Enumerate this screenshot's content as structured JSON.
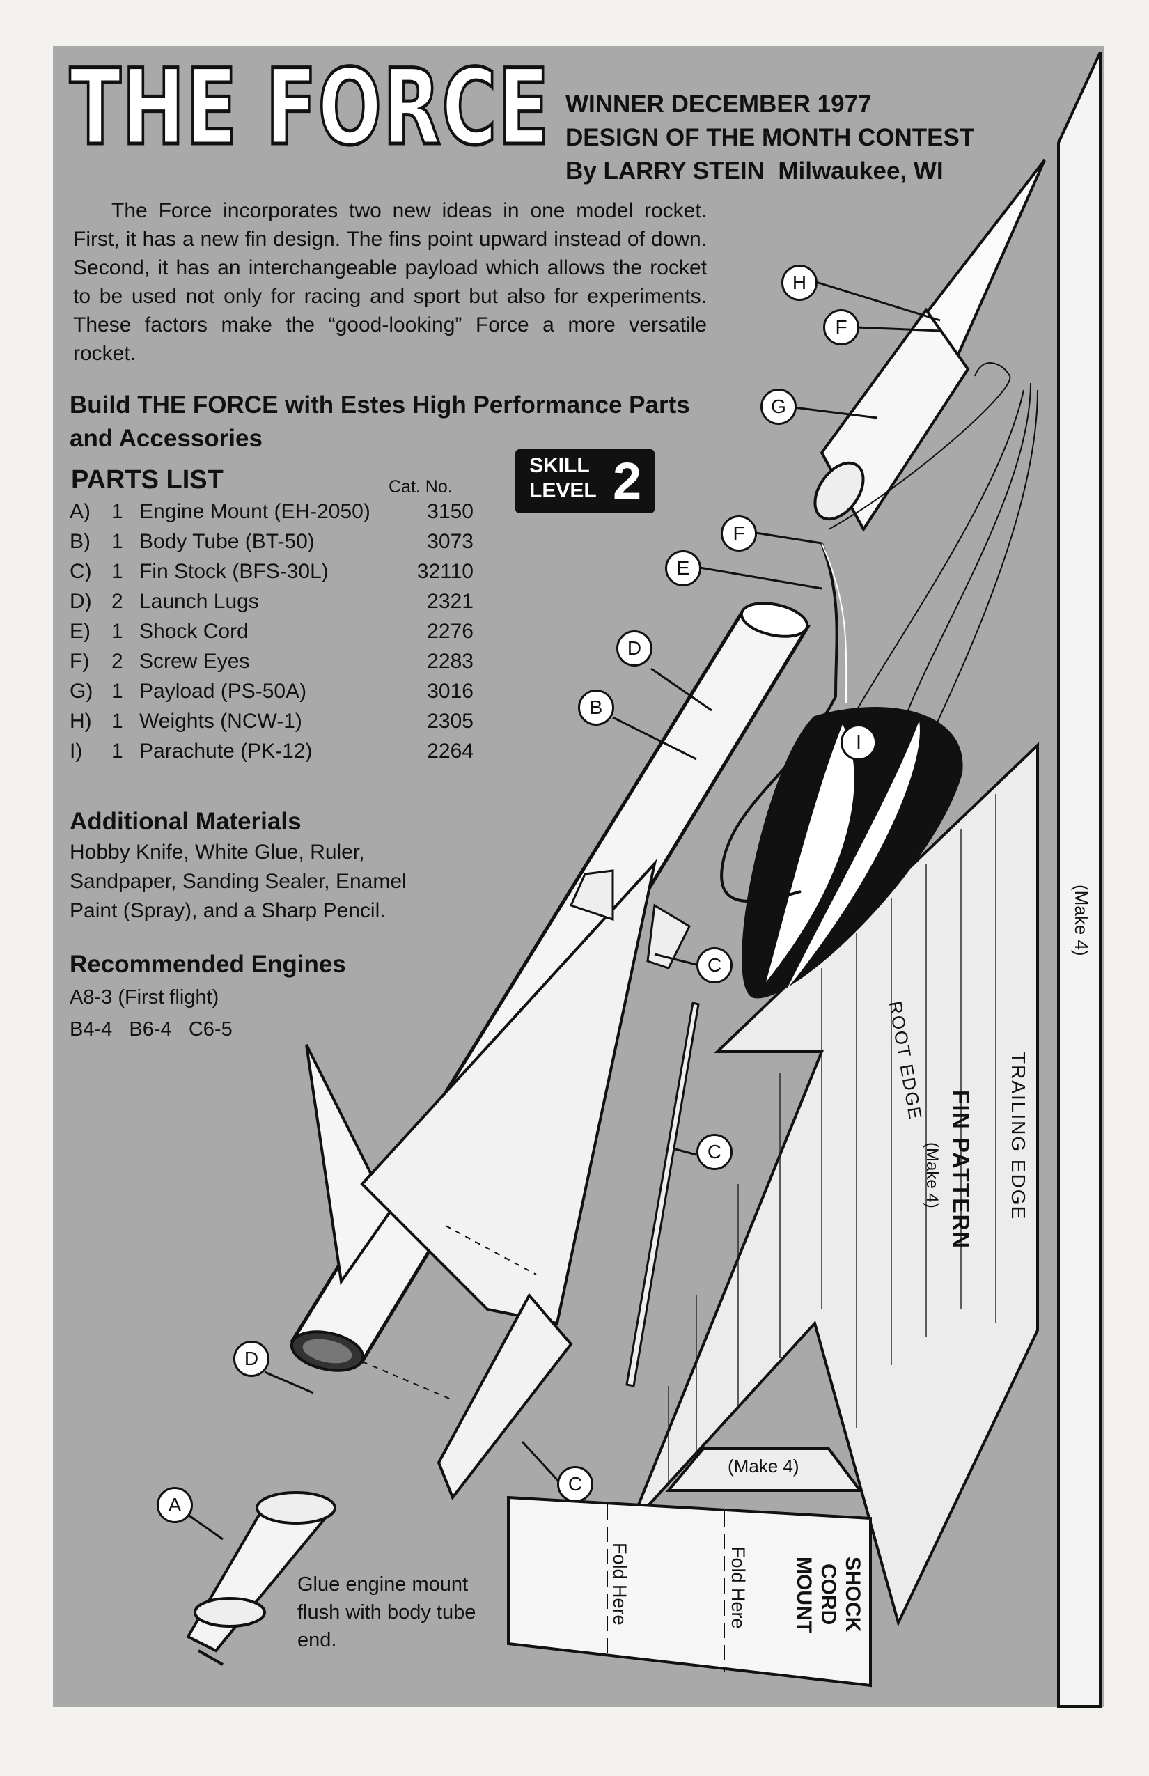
{
  "title": "THE FORCE",
  "header": {
    "line1": "WINNER DECEMBER 1977",
    "line2": "DESIGN OF THE MONTH CONTEST",
    "byline": "By LARRY STEIN",
    "location": "Milwaukee, WI"
  },
  "intro": "The Force incorporates two new ideas in one model rocket. First, it has a new fin design. The fins point upward instead of down. Second, it has an interchangeable payload which allows the rocket to be used not only for racing and sport but also for experiments. These factors make the “good-looking” Force a more versatile rocket.",
  "build_heading": "Build THE FORCE with Estes High Performance Parts and Accessories",
  "parts": {
    "title": "PARTS LIST",
    "cat_header": "Cat. No.",
    "items": [
      {
        "letter": "A)",
        "qty": "1",
        "name": "Engine Mount (EH-2050)",
        "cat": "3150"
      },
      {
        "letter": "B)",
        "qty": "1",
        "name": "Body Tube (BT-50)",
        "cat": "3073"
      },
      {
        "letter": "C)",
        "qty": "1",
        "name": "Fin Stock (BFS-30L)",
        "cat": "32110"
      },
      {
        "letter": "D)",
        "qty": "2",
        "name": "Launch Lugs",
        "cat": "2321"
      },
      {
        "letter": "E)",
        "qty": "1",
        "name": "Shock Cord",
        "cat": "2276"
      },
      {
        "letter": "F)",
        "qty": "2",
        "name": "Screw Eyes",
        "cat": "2283"
      },
      {
        "letter": "G)",
        "qty": "1",
        "name": "Payload (PS-50A)",
        "cat": "3016"
      },
      {
        "letter": "H)",
        "qty": "1",
        "name": "Weights (NCW-1)",
        "cat": "2305"
      },
      {
        "letter": "I)",
        "qty": "1",
        "name": "Parachute (PK-12)",
        "cat": "2264"
      }
    ]
  },
  "skill": {
    "word": "SKILL\nLEVEL",
    "word1": "SKILL",
    "word2": "LEVEL",
    "number": "2"
  },
  "additional": {
    "title": "Additional Materials",
    "text": "Hobby Knife, White Glue, Ruler, Sandpaper, Sanding Sealer, Enamel Paint (Spray), and a Sharp Pencil."
  },
  "engines": {
    "title": "Recommended Engines",
    "line1": "A8-3 (First flight)",
    "line2": "B4-4   B6-4   C6-5"
  },
  "callouts": {
    "A": "A",
    "B": "B",
    "C": "C",
    "D": "D",
    "E": "E",
    "F": "F",
    "G": "G",
    "H": "H",
    "I": "I"
  },
  "glue_note": "Glue engine mount flush with body tube end.",
  "pattern": {
    "title": "FIN PATTERN",
    "make4": "(Make 4)",
    "trailing": "TRAILING EDGE",
    "root": "ROOT EDGE",
    "strip_make4": "(Make 4)",
    "small_make4": "(Make 4)"
  },
  "shock_mount": {
    "title1": "SHOCK",
    "title2": "CORD",
    "title3": "MOUNT",
    "fold1": "Fold Here",
    "fold2": "Fold Here"
  }
}
